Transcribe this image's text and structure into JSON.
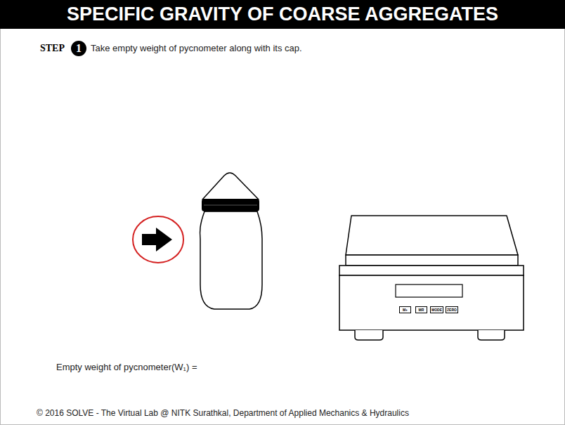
{
  "diagram": {
    "title": "SPECIFIC GRAVITY OF COARSE AGGREGATES",
    "nodes": [
      {
        "text": [
          "1"
        ]
      },
      {
        "text": [
          "M+"
        ]
      },
      {
        "text": [
          "MR"
        ]
      },
      {
        "text": [
          "MODE"
        ]
      },
      {
        "text": [
          "ZERO"
        ]
      }
    ],
    "labels": [
      "STEP",
      "Take empty weight of pycnometer along with its cap.",
      "Empty weight of pycnometer(W₁) =",
      "© 2016 SOLVE - The Virtual Lab @ NITK Surathkal, Department of Applied Mechanics & Hydraulics"
    ]
  }
}
